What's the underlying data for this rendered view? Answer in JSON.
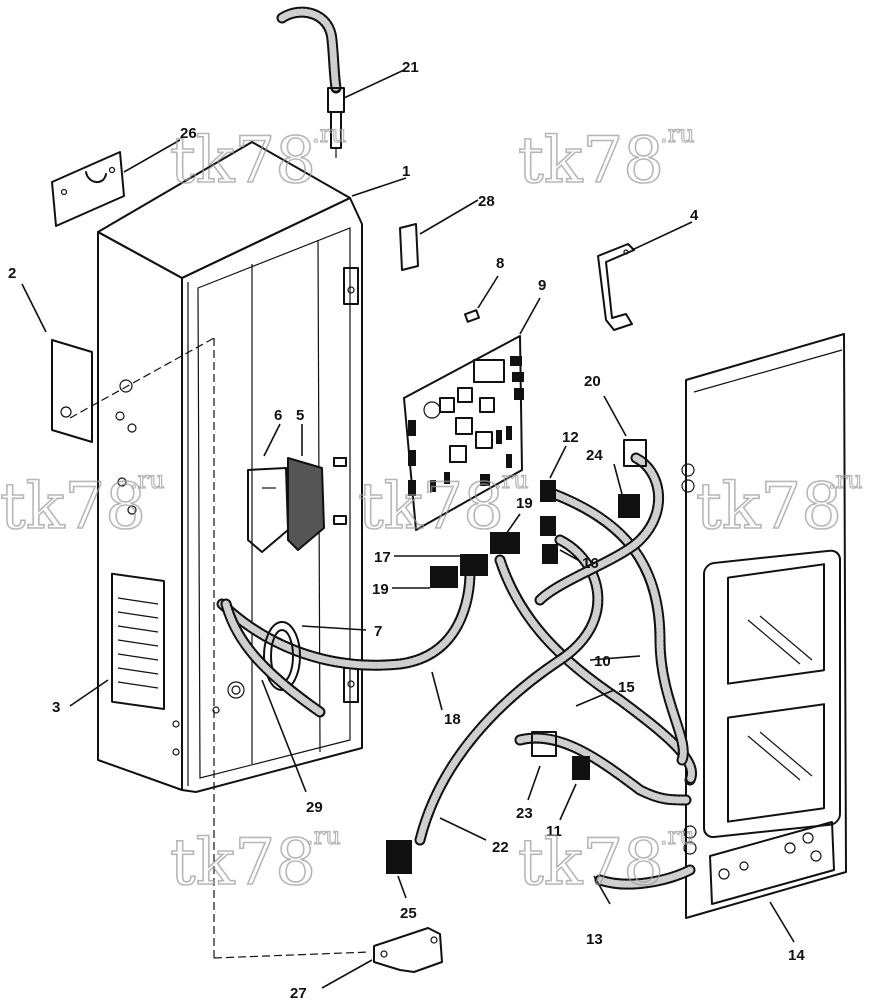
{
  "watermark": {
    "main": "tk78",
    "suffix": ".ru"
  },
  "callouts": [
    {
      "id": "c1",
      "label": "1"
    },
    {
      "id": "c2",
      "label": "2"
    },
    {
      "id": "c3",
      "label": "3"
    },
    {
      "id": "c4",
      "label": "4"
    },
    {
      "id": "c5",
      "label": "5"
    },
    {
      "id": "c6",
      "label": "6"
    },
    {
      "id": "c7",
      "label": "7"
    },
    {
      "id": "c8",
      "label": "8"
    },
    {
      "id": "c9",
      "label": "9"
    },
    {
      "id": "c10",
      "label": "10"
    },
    {
      "id": "c11",
      "label": "11"
    },
    {
      "id": "c12",
      "label": "12"
    },
    {
      "id": "c13",
      "label": "13"
    },
    {
      "id": "c14",
      "label": "14"
    },
    {
      "id": "c15",
      "label": "15"
    },
    {
      "id": "c16",
      "label": "16"
    },
    {
      "id": "c17",
      "label": "17"
    },
    {
      "id": "c18",
      "label": "18"
    },
    {
      "id": "c19a",
      "label": "19"
    },
    {
      "id": "c19b",
      "label": "19"
    },
    {
      "id": "c20",
      "label": "20"
    },
    {
      "id": "c21",
      "label": "21"
    },
    {
      "id": "c22",
      "label": "22"
    },
    {
      "id": "c23",
      "label": "23"
    },
    {
      "id": "c24",
      "label": "24"
    },
    {
      "id": "c25",
      "label": "25"
    },
    {
      "id": "c26",
      "label": "26"
    },
    {
      "id": "c27",
      "label": "27"
    },
    {
      "id": "c28",
      "label": "28"
    },
    {
      "id": "c29",
      "label": "29"
    }
  ]
}
